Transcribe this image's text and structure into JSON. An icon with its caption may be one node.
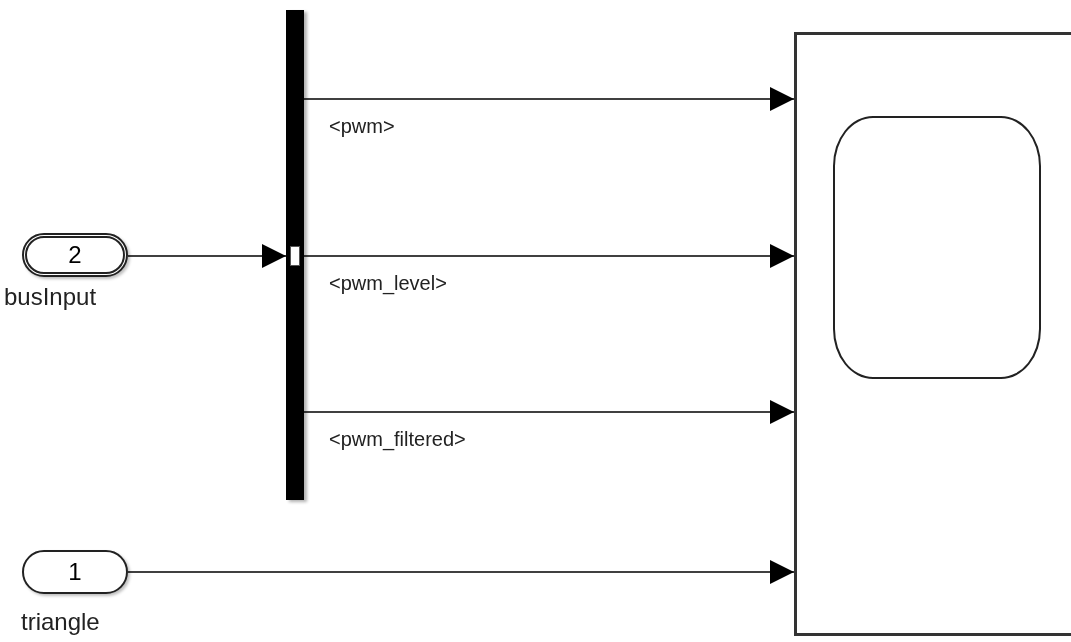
{
  "diagram": {
    "nodes": [
      {
        "text": [
          "2"
        ],
        "beside": [
          "busInput"
        ]
      },
      {
        "text": [],
        "shape": "bar"
      },
      {
        "text": [],
        "shape": "box"
      },
      {
        "text": [],
        "shape": "box",
        "in": 2
      },
      {
        "text": [
          "1"
        ],
        "beside": [
          "triangle"
        ]
      }
    ],
    "edges": [
      {
        "from": 0,
        "to": 1,
        "arrow": "to"
      },
      {
        "from": 1,
        "to": 2,
        "arrow": "to",
        "label": "<pwm>"
      },
      {
        "from": 1,
        "to": 2,
        "arrow": "to",
        "label": "<pwm_level>"
      },
      {
        "from": 1,
        "to": 2,
        "arrow": "to",
        "label": "<pwm_filtered>"
      },
      {
        "from": 4,
        "to": 2,
        "arrow": "to"
      }
    ]
  }
}
